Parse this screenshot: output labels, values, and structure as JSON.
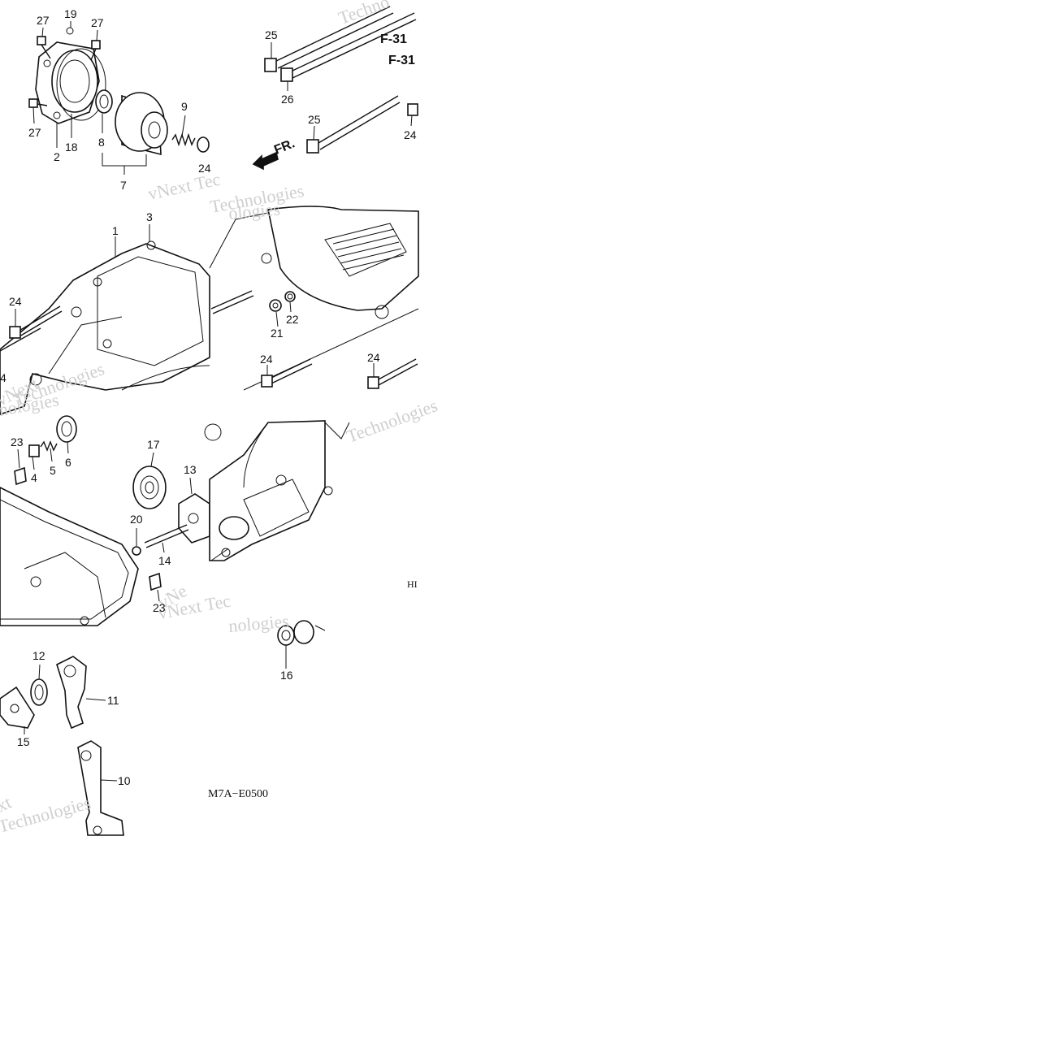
{
  "diagram": {
    "part_numbers": [
      {
        "id": "p27a",
        "label": "27"
      },
      {
        "id": "p19",
        "label": "19"
      },
      {
        "id": "p27b",
        "label": "27"
      },
      {
        "id": "p27c",
        "label": "27"
      },
      {
        "id": "p2",
        "label": "2"
      },
      {
        "id": "p18",
        "label": "18"
      },
      {
        "id": "p8",
        "label": "8"
      },
      {
        "id": "p7",
        "label": "7"
      },
      {
        "id": "p9",
        "label": "9"
      },
      {
        "id": "p24a",
        "label": "24"
      },
      {
        "id": "p25a",
        "label": "25"
      },
      {
        "id": "p26",
        "label": "26"
      },
      {
        "id": "p25b",
        "label": "25"
      },
      {
        "id": "p24b",
        "label": "24"
      },
      {
        "id": "p1",
        "label": "1"
      },
      {
        "id": "p3",
        "label": "3"
      },
      {
        "id": "p24c",
        "label": "24"
      },
      {
        "id": "p4a",
        "label": "4"
      },
      {
        "id": "p21",
        "label": "21"
      },
      {
        "id": "p22",
        "label": "22"
      },
      {
        "id": "p24d",
        "label": "24"
      },
      {
        "id": "p24e",
        "label": "24"
      },
      {
        "id": "p23a",
        "label": "23"
      },
      {
        "id": "p4b",
        "label": "4"
      },
      {
        "id": "p5",
        "label": "5"
      },
      {
        "id": "p6",
        "label": "6"
      },
      {
        "id": "p17",
        "label": "17"
      },
      {
        "id": "p13",
        "label": "13"
      },
      {
        "id": "p20",
        "label": "20"
      },
      {
        "id": "p14",
        "label": "14"
      },
      {
        "id": "p23b",
        "label": "23"
      },
      {
        "id": "p12",
        "label": "12"
      },
      {
        "id": "p11",
        "label": "11"
      },
      {
        "id": "p15",
        "label": "15"
      },
      {
        "id": "p10",
        "label": "10"
      },
      {
        "id": "p16",
        "label": "16"
      }
    ],
    "refs": {
      "ref_a": "F-31",
      "ref_b": "F-31",
      "front": "FR."
    },
    "code": "M7A−E0500",
    "corner_code": "HI",
    "watermarks": [
      "vNext Tec",
      "Techno",
      "vNext",
      "Technologies",
      "Technologies",
      "nologies",
      "vNe",
      "xt",
      "Technologies",
      "vNext Tec",
      "nologies",
      "Technologies",
      "ologies"
    ]
  }
}
